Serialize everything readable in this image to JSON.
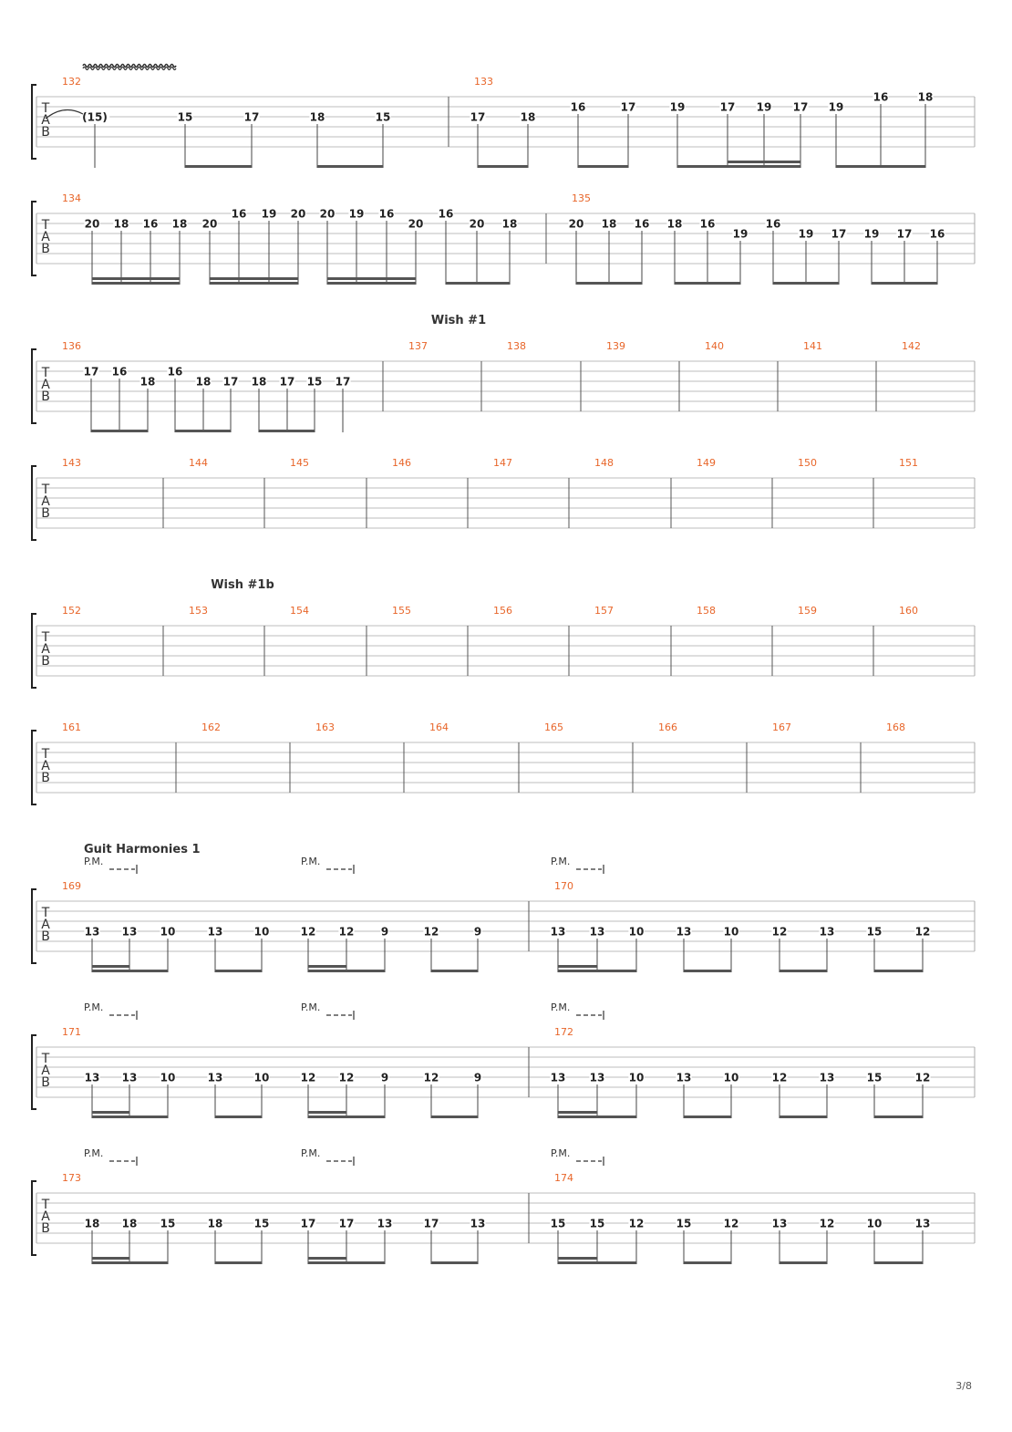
{
  "page_number": "3/8",
  "tab_letters": [
    "T",
    "A",
    "B"
  ],
  "pm_label": "P.M.",
  "systems": [
    {
      "id": "s1",
      "measures": [
        {
          "num": "132",
          "notes": [
            {
              "f": "(15)",
              "s": 2
            },
            {
              "f": "15",
              "s": 2
            },
            {
              "f": "17",
              "s": 2
            },
            {
              "f": "18",
              "s": 2
            },
            {
              "f": "15",
              "s": 2
            }
          ]
        },
        {
          "num": "133",
          "notes": [
            {
              "f": "17",
              "s": 2
            },
            {
              "f": "18",
              "s": 2
            },
            {
              "f": "16",
              "s": 1
            },
            {
              "f": "17",
              "s": 1
            },
            {
              "f": "19",
              "s": 1
            },
            {
              "f": "17",
              "s": 1
            },
            {
              "f": "19",
              "s": 1
            },
            {
              "f": "17",
              "s": 1
            },
            {
              "f": "19",
              "s": 1
            },
            {
              "f": "16",
              "s": 0
            },
            {
              "f": "18",
              "s": 0
            }
          ]
        }
      ]
    },
    {
      "id": "s2",
      "measures": [
        {
          "num": "134",
          "notes": [
            {
              "f": "20",
              "s": 1
            },
            {
              "f": "18",
              "s": 1
            },
            {
              "f": "16",
              "s": 1
            },
            {
              "f": "18",
              "s": 1
            },
            {
              "f": "20",
              "s": 1
            },
            {
              "f": "16",
              "s": 0
            },
            {
              "f": "19",
              "s": 0
            },
            {
              "f": "20",
              "s": 0
            },
            {
              "f": "20",
              "s": 0
            },
            {
              "f": "19",
              "s": 0
            },
            {
              "f": "16",
              "s": 0
            },
            {
              "f": "20",
              "s": 1
            },
            {
              "f": "16",
              "s": 0
            },
            {
              "f": "20",
              "s": 1
            },
            {
              "f": "18",
              "s": 1
            }
          ]
        },
        {
          "num": "135",
          "notes": [
            {
              "f": "20",
              "s": 1
            },
            {
              "f": "18",
              "s": 1
            },
            {
              "f": "16",
              "s": 1
            },
            {
              "f": "18",
              "s": 1
            },
            {
              "f": "16",
              "s": 1
            },
            {
              "f": "19",
              "s": 2
            },
            {
              "f": "16",
              "s": 1
            },
            {
              "f": "19",
              "s": 2
            },
            {
              "f": "17",
              "s": 2
            },
            {
              "f": "19",
              "s": 2
            },
            {
              "f": "17",
              "s": 2
            },
            {
              "f": "16",
              "s": 2
            }
          ]
        }
      ]
    },
    {
      "id": "s3",
      "section": "Wish #1",
      "measures": [
        {
          "num": "136",
          "notes": [
            {
              "f": "17",
              "s": 1
            },
            {
              "f": "16",
              "s": 1
            },
            {
              "f": "18",
              "s": 2
            },
            {
              "f": "16",
              "s": 1
            },
            {
              "f": "18",
              "s": 2
            },
            {
              "f": "17",
              "s": 2
            },
            {
              "f": "18",
              "s": 2
            },
            {
              "f": "17",
              "s": 2
            },
            {
              "f": "15",
              "s": 2
            },
            {
              "f": "17",
              "s": 2
            }
          ]
        },
        {
          "num": "137",
          "notes": []
        },
        {
          "num": "138",
          "notes": []
        },
        {
          "num": "139",
          "notes": []
        },
        {
          "num": "140",
          "notes": []
        },
        {
          "num": "141",
          "notes": []
        },
        {
          "num": "142",
          "notes": []
        }
      ]
    },
    {
      "id": "s4",
      "measures": [
        {
          "num": "143",
          "notes": []
        },
        {
          "num": "144",
          "notes": []
        },
        {
          "num": "145",
          "notes": []
        },
        {
          "num": "146",
          "notes": []
        },
        {
          "num": "147",
          "notes": []
        },
        {
          "num": "148",
          "notes": []
        },
        {
          "num": "149",
          "notes": []
        },
        {
          "num": "150",
          "notes": []
        },
        {
          "num": "151",
          "notes": []
        }
      ]
    },
    {
      "id": "s5",
      "section": "Wish #1b",
      "measures": [
        {
          "num": "152",
          "notes": []
        },
        {
          "num": "153",
          "notes": []
        },
        {
          "num": "154",
          "notes": []
        },
        {
          "num": "155",
          "notes": []
        },
        {
          "num": "156",
          "notes": []
        },
        {
          "num": "157",
          "notes": []
        },
        {
          "num": "158",
          "notes": []
        },
        {
          "num": "159",
          "notes": []
        },
        {
          "num": "160",
          "notes": []
        }
      ]
    },
    {
      "id": "s6",
      "measures": [
        {
          "num": "161",
          "notes": []
        },
        {
          "num": "162",
          "notes": []
        },
        {
          "num": "163",
          "notes": []
        },
        {
          "num": "164",
          "notes": []
        },
        {
          "num": "165",
          "notes": []
        },
        {
          "num": "166",
          "notes": []
        },
        {
          "num": "167",
          "notes": []
        },
        {
          "num": "168",
          "notes": []
        }
      ]
    },
    {
      "id": "s7",
      "section": "Guit Harmonies 1",
      "measures": [
        {
          "num": "169",
          "notes": [
            {
              "f": "13",
              "s": 3
            },
            {
              "f": "13",
              "s": 3
            },
            {
              "f": "10",
              "s": 3
            },
            {
              "f": "13",
              "s": 3
            },
            {
              "f": "10",
              "s": 3
            },
            {
              "f": "12",
              "s": 3
            },
            {
              "f": "12",
              "s": 3
            },
            {
              "f": "9",
              "s": 3
            },
            {
              "f": "12",
              "s": 3
            },
            {
              "f": "9",
              "s": 3
            }
          ]
        },
        {
          "num": "170",
          "notes": [
            {
              "f": "13",
              "s": 3
            },
            {
              "f": "13",
              "s": 3
            },
            {
              "f": "10",
              "s": 3
            },
            {
              "f": "13",
              "s": 3
            },
            {
              "f": "10",
              "s": 3
            },
            {
              "f": "12",
              "s": 3
            },
            {
              "f": "13",
              "s": 3
            },
            {
              "f": "15",
              "s": 3
            },
            {
              "f": "12",
              "s": 3
            }
          ]
        }
      ]
    },
    {
      "id": "s8",
      "measures": [
        {
          "num": "171",
          "notes": [
            {
              "f": "13",
              "s": 3
            },
            {
              "f": "13",
              "s": 3
            },
            {
              "f": "10",
              "s": 3
            },
            {
              "f": "13",
              "s": 3
            },
            {
              "f": "10",
              "s": 3
            },
            {
              "f": "12",
              "s": 3
            },
            {
              "f": "12",
              "s": 3
            },
            {
              "f": "9",
              "s": 3
            },
            {
              "f": "12",
              "s": 3
            },
            {
              "f": "9",
              "s": 3
            }
          ]
        },
        {
          "num": "172",
          "notes": [
            {
              "f": "13",
              "s": 3
            },
            {
              "f": "13",
              "s": 3
            },
            {
              "f": "10",
              "s": 3
            },
            {
              "f": "13",
              "s": 3
            },
            {
              "f": "10",
              "s": 3
            },
            {
              "f": "12",
              "s": 3
            },
            {
              "f": "13",
              "s": 3
            },
            {
              "f": "15",
              "s": 3
            },
            {
              "f": "12",
              "s": 3
            }
          ]
        }
      ]
    },
    {
      "id": "s9",
      "measures": [
        {
          "num": "173",
          "notes": [
            {
              "f": "18",
              "s": 3
            },
            {
              "f": "18",
              "s": 3
            },
            {
              "f": "15",
              "s": 3
            },
            {
              "f": "18",
              "s": 3
            },
            {
              "f": "15",
              "s": 3
            },
            {
              "f": "17",
              "s": 3
            },
            {
              "f": "17",
              "s": 3
            },
            {
              "f": "13",
              "s": 3
            },
            {
              "f": "17",
              "s": 3
            },
            {
              "f": "13",
              "s": 3
            }
          ]
        },
        {
          "num": "174",
          "notes": [
            {
              "f": "15",
              "s": 3
            },
            {
              "f": "15",
              "s": 3
            },
            {
              "f": "12",
              "s": 3
            },
            {
              "f": "15",
              "s": 3
            },
            {
              "f": "12",
              "s": 3
            },
            {
              "f": "13",
              "s": 3
            },
            {
              "f": "12",
              "s": 3
            },
            {
              "f": "10",
              "s": 3
            },
            {
              "f": "13",
              "s": 3
            }
          ]
        }
      ]
    }
  ]
}
